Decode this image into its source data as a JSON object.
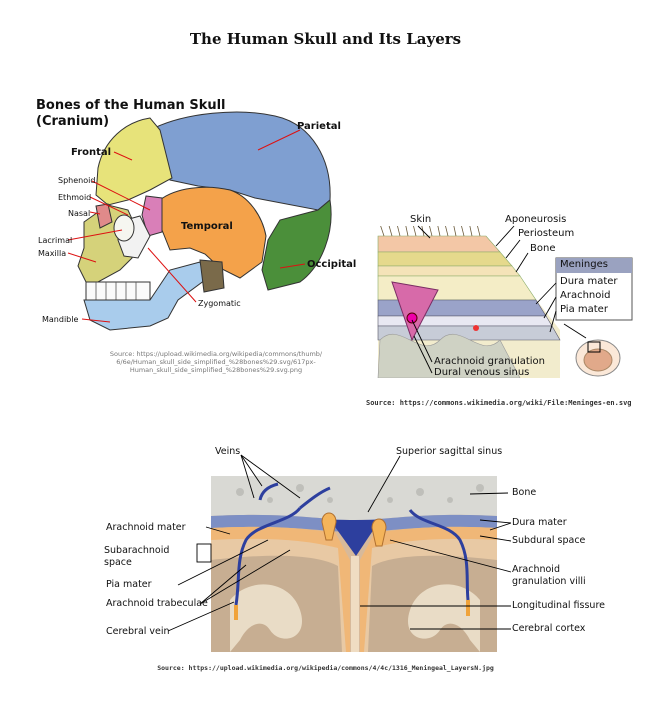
{
  "page": {
    "title": "The Human Skull and Its Layers"
  },
  "skull": {
    "heading_line1": "Bones of the Human Skull",
    "heading_line2": "(Cranium)",
    "labels": {
      "parietal": "Parietal",
      "frontal": "Frontal",
      "sphenoid": "Sphenoid",
      "ethmoid": "Ethmoid",
      "nasal": "Nasal",
      "temporal": "Temporal",
      "lacrimal": "Lacrimal",
      "maxilla": "Maxilla",
      "occipital": "Occipital",
      "zygomatic": "Zygomatic",
      "mandible": "Mandible"
    },
    "source_line1": "Source:  https://upload.wikimedia.org/wikipedia/commons/thumb/",
    "source_line2": "6/6e/Human_skull_side_simplified_%28bones%29.svg/617px-",
    "source_line3": "Human_skull_side_simplified_%28bones%29.svg.png"
  },
  "meninges": {
    "labels": {
      "skin": "Skin",
      "aponeurosis": "Aponeurosis",
      "periosteum": "Periosteum",
      "bone": "Bone",
      "meninges": "Meninges",
      "dura_mater": "Dura mater",
      "arachnoid": "Arachnoid",
      "pia_mater": "Pia mater",
      "arachnoid_granulation": "Arachnoid granulation",
      "dural_venous_sinus": "Dural venous sinus"
    },
    "source": "Source: https://commons.wikimedia.org/wiki/File:Meninges-en.svg"
  },
  "brain_layers": {
    "labels": {
      "veins": "Veins",
      "superior_sagittal_sinus": "Superior sagittal sinus",
      "bone": "Bone",
      "arachnoid_mater": "Arachnoid mater",
      "dura_mater": "Dura mater",
      "subdural_space": "Subdural space",
      "subarachnoid_space_1": "Subarachnoid",
      "subarachnoid_space_2": "space",
      "pia_mater": "Pia mater",
      "arachnoid_granulation_villi_1": "Arachnoid",
      "arachnoid_granulation_villi_2": "granulation villi",
      "arachnoid_trabeculae": "Arachnoid trabeculae",
      "longitudinal_fissure": "Longitudinal fissure",
      "cerebral_vein": "Cerebral vein",
      "cerebral_cortex": "Cerebral cortex"
    },
    "source": "Source: https://upload.wikimedia.org/wikipedia/commons/4/4c/1316_Meningeal_LayersN.jpg"
  }
}
